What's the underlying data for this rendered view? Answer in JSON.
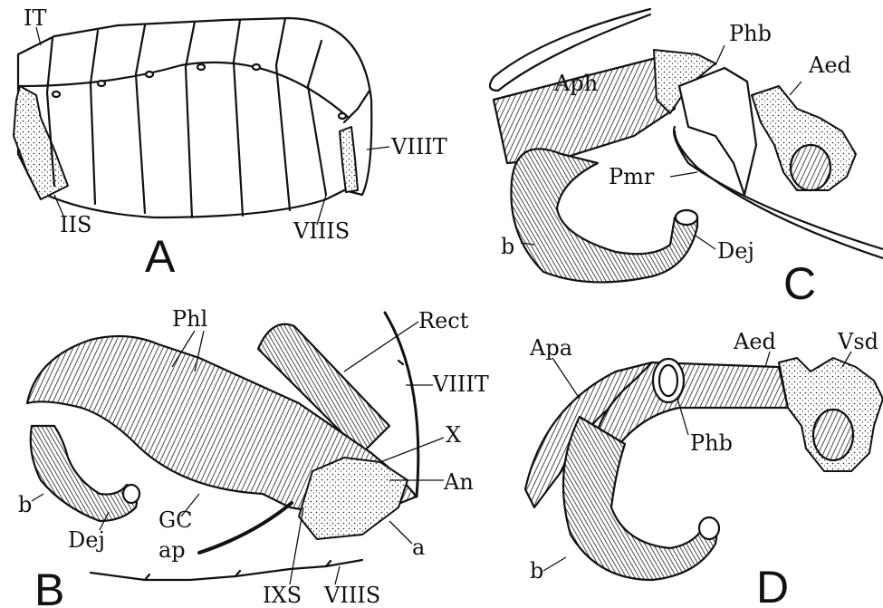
{
  "figure": {
    "panels": {
      "A": {
        "letter": "A",
        "labels": {
          "it": "IT",
          "iis": "IIS",
          "viii_s": "VIIIS",
          "viii_t": "VIIIT"
        }
      },
      "B": {
        "letter": "B",
        "labels": {
          "phl": "Phl",
          "rect": "Rect",
          "viii_t": "VIIIT",
          "x": "X",
          "an": "An",
          "b": "b",
          "gc": "GC",
          "dej": "Dej",
          "ap": "ap",
          "a": "a",
          "ixs": "IXS",
          "viii_s": "VIIIS"
        }
      },
      "C": {
        "letter": "C",
        "labels": {
          "phb": "Phb",
          "aed": "Aed",
          "aph": "Aph",
          "pmr": "Pmr",
          "b": "b",
          "dej": "Dej"
        }
      },
      "D": {
        "letter": "D",
        "labels": {
          "apa": "Apa",
          "aed": "Aed",
          "vsd": "Vsd",
          "phb": "Phb",
          "b": "b"
        }
      }
    }
  }
}
